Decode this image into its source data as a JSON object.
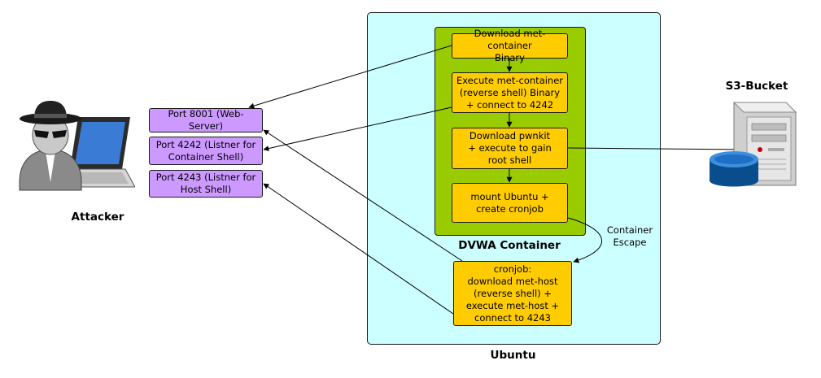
{
  "labels": {
    "attacker": "Attacker",
    "s3_bucket": "S3-Bucket",
    "ubuntu": "Ubuntu",
    "dvwa_container": "DVWA Container",
    "container_escape": [
      "Container",
      "Escape"
    ]
  },
  "ports": [
    [
      "Port 8001 (Web-Server)"
    ],
    [
      "Port 4242 (Listner for",
      "Container Shell)"
    ],
    [
      "Port 4243 (Listner for",
      "Host Shell)"
    ]
  ],
  "container_steps": [
    [
      "Download met-container",
      "Binary"
    ],
    [
      "Execute met-container",
      "(reverse shell) Binary",
      "+ connect to 4242"
    ],
    [
      "Download pwnkit",
      "+ execute to gain",
      "root shell"
    ],
    [
      "mount Ubuntu +",
      "create cronjob"
    ]
  ],
  "host_step": [
    "cronjob:",
    "download met-host",
    "(reverse shell) +",
    "execute met-host +",
    "connect to 4243"
  ],
  "icons": {
    "attacker": "spy-laptop-icon",
    "s3": "server-database-icon"
  }
}
